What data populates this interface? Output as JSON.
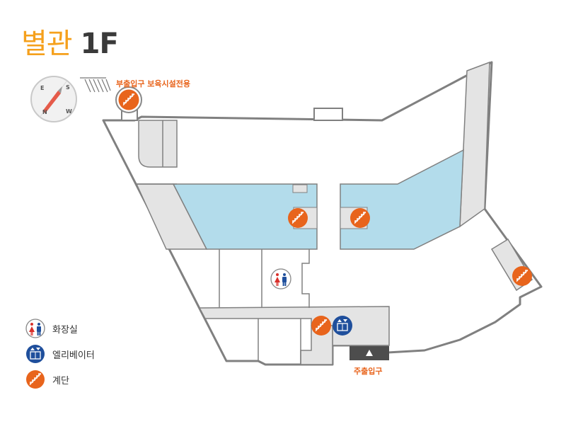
{
  "title": {
    "building": "별관",
    "floor": "1F"
  },
  "compass": {
    "letters": [
      "E",
      "S",
      "N",
      "W"
    ]
  },
  "labels": {
    "secondary_entrance": "부출입구 보육시설전용",
    "main_entrance": "주출입구"
  },
  "legend": [
    {
      "icon": "restroom",
      "label": "화장실"
    },
    {
      "icon": "elevator",
      "label": "엘리베이터"
    },
    {
      "icon": "stairs",
      "label": "계단"
    }
  ],
  "colors": {
    "title_building": "#f5a01c",
    "title_floor": "#3a3a3a",
    "stairs": "#e8641c",
    "elevator": "#1f4f9c",
    "room_blue": "#b3dceb",
    "corridor_gray": "#e4e4e4",
    "wall": "#808080"
  }
}
